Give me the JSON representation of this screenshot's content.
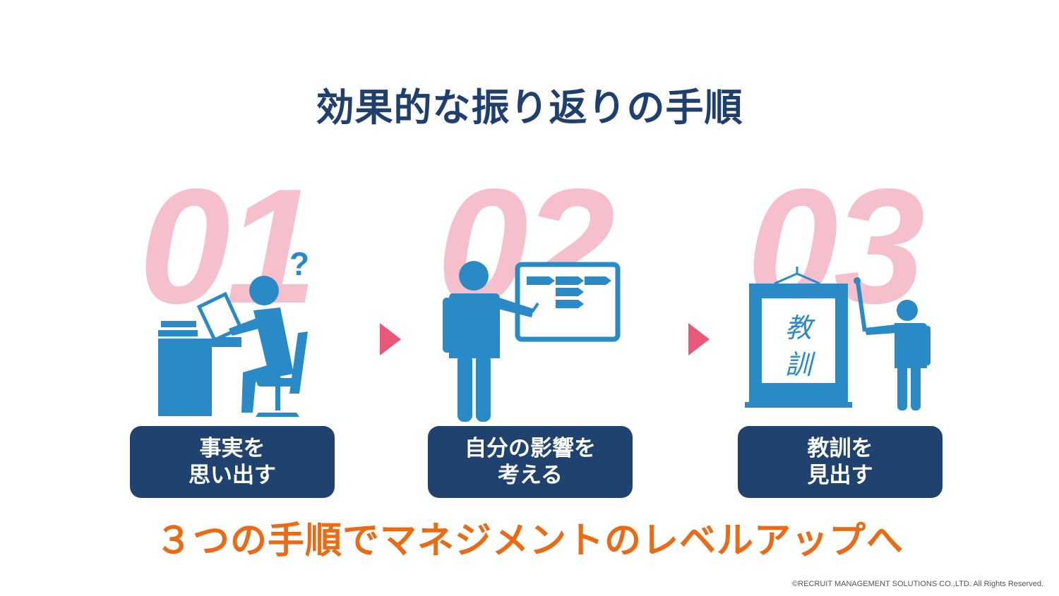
{
  "title": "効果的な振り返りの手順",
  "steps": [
    {
      "number": "01",
      "line1": "事実を",
      "line2": "思い出す"
    },
    {
      "number": "02",
      "line1": "自分の影響を",
      "line2": "考える"
    },
    {
      "number": "03",
      "line1": "教訓を",
      "line2": "見出す"
    }
  ],
  "scroll_text": {
    "char1": "教",
    "char2": "訓"
  },
  "question_mark": "?",
  "tagline": "３つの手順でマネジメントのレベルアップへ",
  "copyright": "©RECRUIT MANAGEMENT SOLUTIONS CO.,LTD. All Rights Reserved.",
  "colors": {
    "title": "#1f3f6e",
    "number": "#f6bfcc",
    "icon": "#2a8ac6",
    "label_box": "#1f426f",
    "arrow": "#e85878",
    "tagline": "#ea6a15"
  }
}
